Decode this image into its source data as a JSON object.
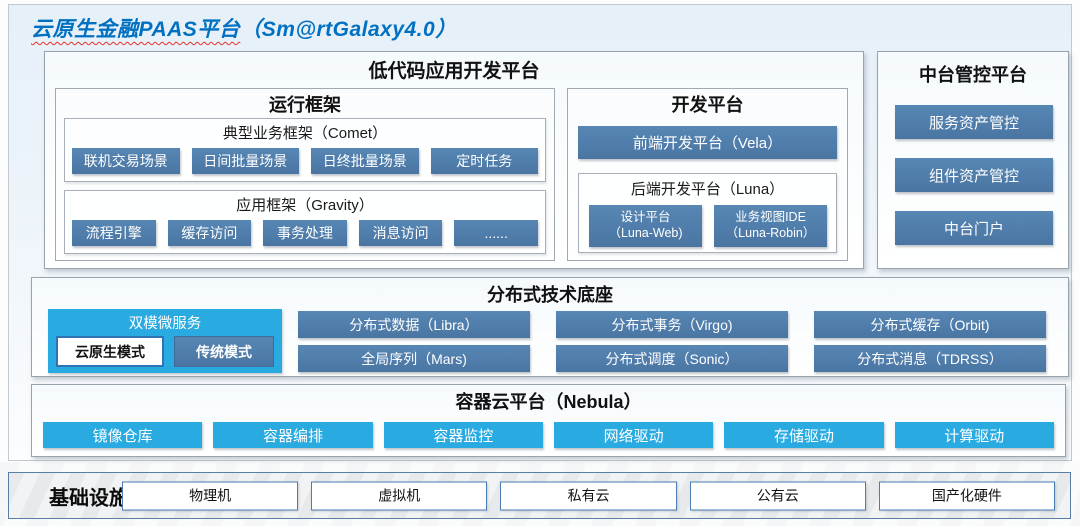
{
  "title": {
    "main": "云原生金融PAAS平台",
    "suffix": "（Sm@rtGalaxy4.0）"
  },
  "lowcode": {
    "title": "低代码应用开发平台",
    "runtime": {
      "title": "运行框架",
      "comet": {
        "title": "典型业务框架（Comet）",
        "items": [
          "联机交易场景",
          "日间批量场景",
          "日终批量场景",
          "定时任务"
        ]
      },
      "gravity": {
        "title": "应用框架（Gravity）",
        "items": [
          "流程引擎",
          "缓存访问",
          "事务处理",
          "消息访问",
          "......"
        ]
      }
    },
    "dev": {
      "title": "开发平台",
      "vela": "前端开发平台（Vela）",
      "luna": {
        "title": "后端开发平台（Luna）",
        "items": [
          {
            "line1": "设计平台",
            "line2": "（Luna-Web)"
          },
          {
            "line1": "业务视图IDE",
            "line2": "（Luna-Robin）"
          }
        ]
      }
    }
  },
  "midplatform": {
    "title": "中台管控平台",
    "items": [
      "服务资产管控",
      "组件资产管控",
      "中台门户"
    ]
  },
  "distributed": {
    "title": "分布式技术底座",
    "dual": {
      "title": "双模微服务",
      "modes": [
        "云原生模式",
        "传统模式"
      ]
    },
    "grid": [
      "分布式数据（Libra）",
      "分布式事务（Virgo)",
      "分布式缓存（Orbit)",
      "全局序列（Mars)",
      "分布式调度（Sonic）",
      "分布式消息（TDRSS）"
    ]
  },
  "nebula": {
    "title": "容器云平台（Nebula）",
    "items": [
      "镜像仓库",
      "容器编排",
      "容器监控",
      "网络驱动",
      "存储驱动",
      "计算驱动"
    ]
  },
  "infra": {
    "title": "基础设施",
    "items": [
      "物理机",
      "虚拟机",
      "私有云",
      "公有云",
      "国产化硬件"
    ]
  },
  "colors": {
    "steel_blue": "#4d7fad",
    "cyan": "#29abe2",
    "title_blue": "#0070c0",
    "wavy_underline_red": "#e63329"
  }
}
